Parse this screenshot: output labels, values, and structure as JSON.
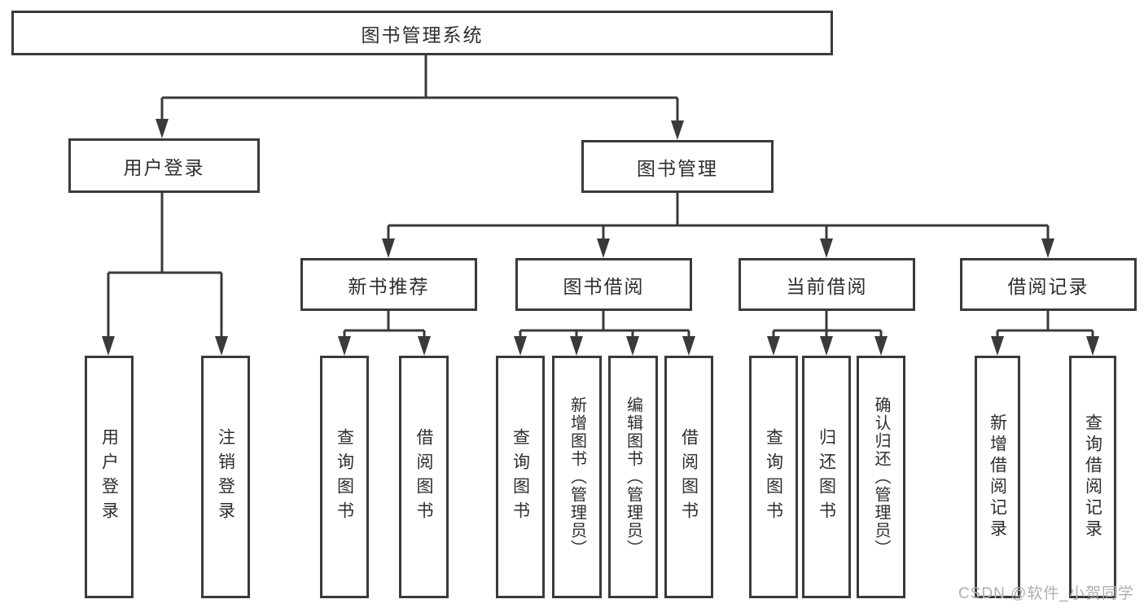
{
  "tree": {
    "label": "图书管理系统",
    "children": [
      {
        "label": "用户登录",
        "children": [
          {
            "label": "用户登录"
          },
          {
            "label": "注销登录"
          }
        ]
      },
      {
        "label": "图书管理",
        "children": [
          {
            "label": "新书推荐",
            "children": [
              {
                "label": "查询图书"
              },
              {
                "label": "借阅图书"
              }
            ]
          },
          {
            "label": "图书借阅",
            "children": [
              {
                "label": "查询图书"
              },
              {
                "label": "新增图书（管理员）"
              },
              {
                "label": "编辑图书（管理员）"
              },
              {
                "label": "借阅图书"
              }
            ]
          },
          {
            "label": "当前借阅",
            "children": [
              {
                "label": "查询图书"
              },
              {
                "label": "归还图书"
              },
              {
                "label": "确认归还（管理员）"
              }
            ]
          },
          {
            "label": "借阅记录",
            "children": [
              {
                "label": "新增借阅记录"
              },
              {
                "label": "查询借阅记录"
              }
            ]
          }
        ]
      }
    ]
  },
  "watermark": "CSDN @软件_小贺同学",
  "colors": {
    "line": "#3a3a3a",
    "box_border": "#3a3a3a",
    "box_fill": "#ffffff",
    "text": "#2e2e2e",
    "watermark": "#aeaeae",
    "background": "#ffffff"
  }
}
